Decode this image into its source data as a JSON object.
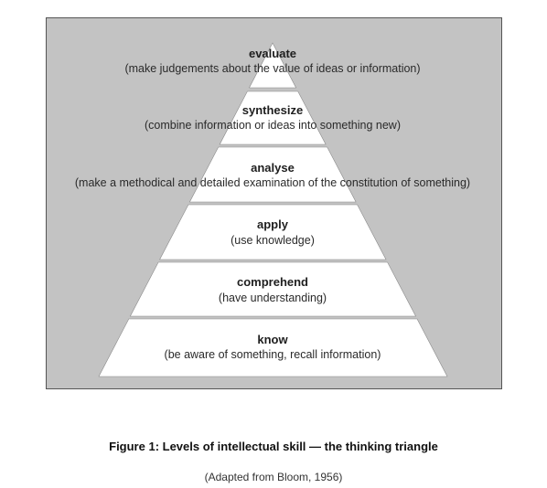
{
  "diagram": {
    "levels": [
      {
        "name": "evaluate",
        "description": "(make judgements about the value of ideas or information)"
      },
      {
        "name": "synthesize",
        "description": "(combine information or ideas into something new)"
      },
      {
        "name": "analyse",
        "description": "(make a methodical and detailed examination of the constitution of something)"
      },
      {
        "name": "apply",
        "description": "(use knowledge)"
      },
      {
        "name": "comprehend",
        "description": "(have understanding)"
      },
      {
        "name": "know",
        "description": "(be aware of something, recall information)"
      }
    ],
    "colors": {
      "panel": "#c3c3c3",
      "band": "#ffffff",
      "separator": "#8a8a8a"
    }
  },
  "caption": "Figure 1: Levels of intellectual skill — the thinking triangle",
  "source": "(Adapted from Bloom, 1956)"
}
